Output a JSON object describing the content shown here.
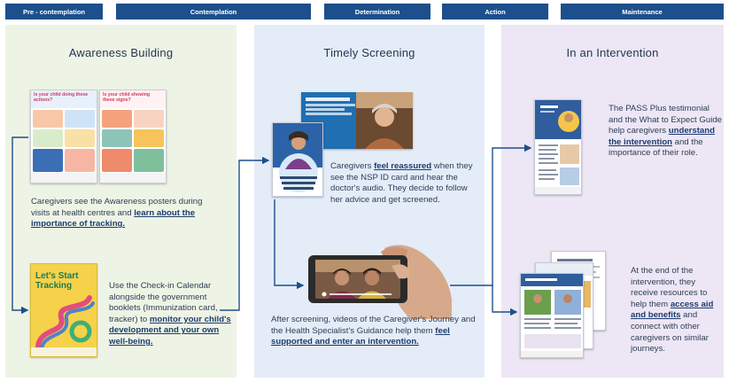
{
  "stages": [
    {
      "label": "Pre - contemplation"
    },
    {
      "label": "Contemplation"
    },
    {
      "label": "Determination"
    },
    {
      "label": "Action"
    },
    {
      "label": "Maintenance"
    }
  ],
  "columns": {
    "awareness": {
      "title": "Awareness Building",
      "text1": {
        "pre": "Caregivers see the Awareness posters during visits at health centres and ",
        "link": "learn about the importance of tracking."
      },
      "text2": {
        "pre": "Use the Check-in Calendar alongside the government booklets (Immunization card, tracker) to ",
        "link": "monitor your child's development and your own well-being."
      },
      "poster1_heading": "Is your child doing these actions?",
      "poster2_heading": "Is your child showing these signs?",
      "calendar_title": "Let's Start Tracking"
    },
    "screening": {
      "title": "Timely Screening",
      "text1": {
        "pre": "Caregivers ",
        "link": "feel reassured",
        "post": " when they see the NSP ID card and hear the doctor's audio. They decide to follow her advice and get screened."
      },
      "text2": {
        "pre": "After screening, videos of the Caregiver's Journey and the Health Specialist's Guidance help them ",
        "link": "feel supported and enter an intervention."
      }
    },
    "intervention": {
      "title": "In an Intervention",
      "text1": {
        "pre": "The PASS Plus testimonial and the What to Expect Guide help caregivers ",
        "link": "understand the intervention",
        "post": " and the importance of their role."
      },
      "text2": {
        "pre": "At the end of the intervention, they receive resources to help them ",
        "link": "access aid and benefits",
        "post": " and connect with other caregivers on similar journeys."
      }
    }
  },
  "colors": {
    "stage_bar": "#1d4f8c",
    "panel_awareness": "#eef4e5",
    "panel_screening": "#e4ecf8",
    "panel_intervention": "#ede6f4",
    "arrow": "#1d4f8c"
  }
}
